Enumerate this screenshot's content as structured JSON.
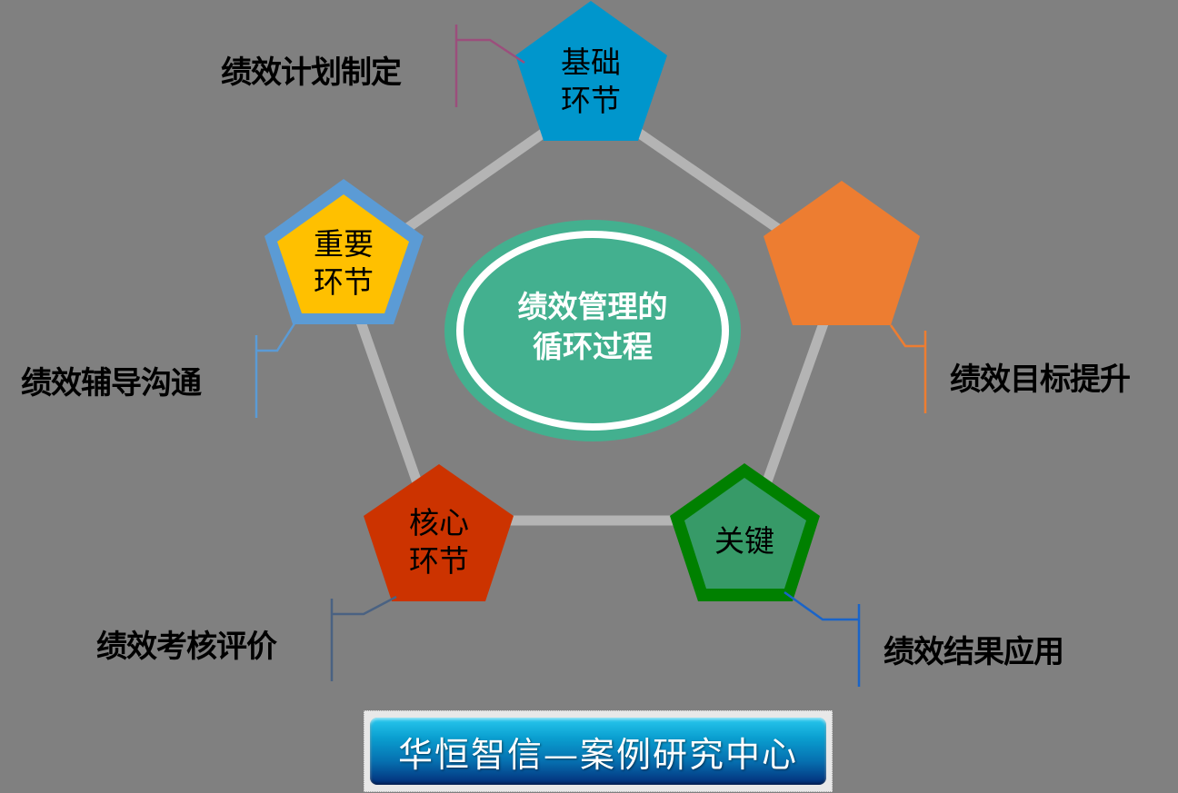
{
  "title": "绩效管理的循环过程",
  "center": {
    "line1": "绩效管理的",
    "line2": "循环过程",
    "fill": "#43b08f",
    "ring": "#ffffff"
  },
  "nodes": [
    {
      "id": "basic",
      "line1": "基础",
      "line2": "环节",
      "fill": "#0096cc",
      "border": null,
      "label": "绩效计划制定",
      "leader_color": "#9b4f7c"
    },
    {
      "id": "target",
      "line1": "",
      "line2": "",
      "fill": "#ed7d31",
      "border": null,
      "label": "绩效目标提升",
      "leader_color": "#ed7d31"
    },
    {
      "id": "key",
      "line1": "关键",
      "line2": "",
      "fill": "#379a68",
      "border": "#008000",
      "label": "绩效结果应用",
      "leader_color": "#1a64c8"
    },
    {
      "id": "core",
      "line1": "核心",
      "line2": "环节",
      "fill": "#cc3300",
      "border": null,
      "label": "绩效考核评价",
      "leader_color": "#4a6282"
    },
    {
      "id": "important",
      "line1": "重要",
      "line2": "环节",
      "fill": "#ffc000",
      "border": "#5b9bd5",
      "label": "绩效辅导沟通",
      "leader_color": "#5b9bd5"
    }
  ],
  "connector_color": "#b4b4b4",
  "footer": {
    "banner_text": "华恒智信—案例研究中心"
  }
}
